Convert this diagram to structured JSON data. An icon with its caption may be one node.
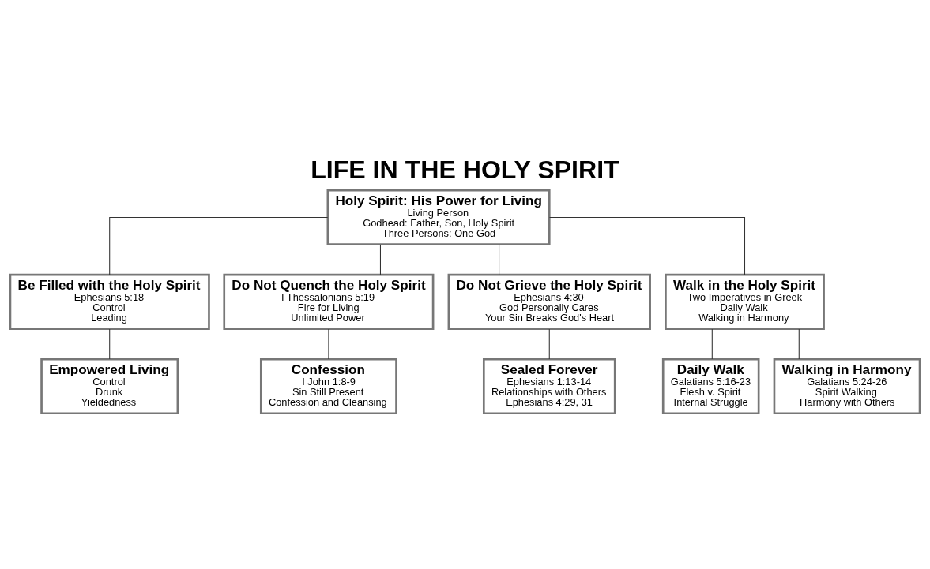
{
  "diagram": {
    "title": "LIFE IN THE HOLY SPIRIT",
    "nodes": [
      {
        "text": [
          "Holy Spirit: His Power for Living",
          "Living Person",
          "Godhead: Father, Son, Holy Spirit",
          "Three Persons: One God"
        ]
      },
      {
        "text": [
          "Be Filled with the Holy Spirit",
          "Ephesians 5:18",
          "Control",
          "Leading"
        ]
      },
      {
        "text": [
          "Do Not Quench the Holy Spirit",
          "I Thessalonians 5:19",
          "Fire for Living",
          "Unlimited Power"
        ]
      },
      {
        "text": [
          "Do Not Grieve the Holy Spirit",
          "Ephesians 4:30",
          "God Personally Cares",
          "Your Sin Breaks God's Heart"
        ]
      },
      {
        "text": [
          "Walk in the Holy Spirit",
          "Two Imperatives in Greek",
          "Daily Walk",
          "Walking in Harmony"
        ]
      },
      {
        "text": [
          "Empowered Living",
          "Control",
          "Drunk",
          "Yieldedness"
        ]
      },
      {
        "text": [
          "Confession",
          "I John 1:8-9",
          "Sin Still Present",
          "Confession and Cleansing"
        ]
      },
      {
        "text": [
          "Sealed Forever",
          "Ephesians 1:13-14",
          "Relationships with Others",
          "Ephesians 4:29, 31"
        ]
      },
      {
        "text": [
          "Daily Walk",
          "Galatians 5:16-23",
          "Flesh v. Spirit",
          "Internal Struggle"
        ]
      },
      {
        "text": [
          "Walking in Harmony",
          "Galatians 5:24-26",
          "Spirit Walking",
          "Harmony with Others"
        ]
      }
    ],
    "edges": [
      {
        "from": 0,
        "to": 1,
        "arrow": "none"
      },
      {
        "from": 0,
        "to": 2,
        "arrow": "none"
      },
      {
        "from": 0,
        "to": 3,
        "arrow": "none"
      },
      {
        "from": 0,
        "to": 4,
        "arrow": "none"
      },
      {
        "from": 1,
        "to": 5,
        "arrow": "none"
      },
      {
        "from": 2,
        "to": 6,
        "arrow": "none"
      },
      {
        "from": 3,
        "to": 7,
        "arrow": "none"
      },
      {
        "from": 4,
        "to": 8,
        "arrow": "none"
      },
      {
        "from": 4,
        "to": 9,
        "arrow": "none"
      }
    ]
  }
}
